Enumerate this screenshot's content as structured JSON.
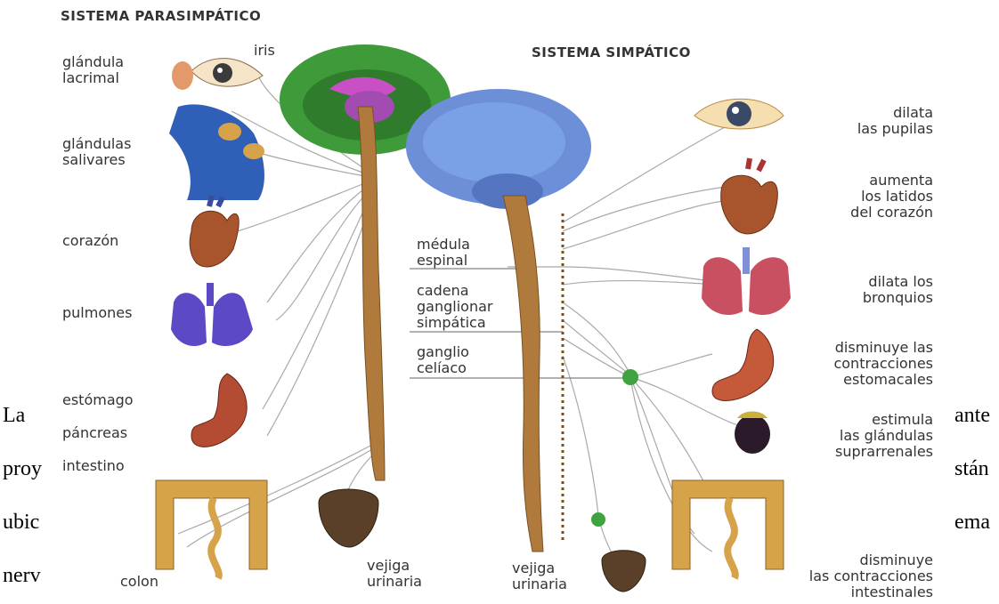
{
  "page_text": {
    "l1_left": "La",
    "l1_right": "ante",
    "l2_left": "proy",
    "l2_right": "stán",
    "l3_left": "ubic",
    "l3_right": "ema",
    "l4_left": "nerv"
  },
  "diagram": {
    "parasympathetic_title": "SISTEMA PARASIMPÁTICO",
    "sympathetic_title": "SISTEMA SIMPÁTICO",
    "left_labels": {
      "iris": "iris",
      "lacrimal_1": "glándula",
      "lacrimal_2": "lacrimal",
      "salivary_1": "glándulas",
      "salivary_2": "salivares",
      "heart": "corazón",
      "lungs": "pulmones",
      "stomach": "estómago",
      "pancreas": "páncreas",
      "intestine": "intestino",
      "colon": "colon",
      "bladder_1": "vejiga",
      "bladder_2": "urinaria"
    },
    "center_labels": {
      "spinal_1": "médula",
      "spinal_2": "espinal",
      "chain_1": "cadena",
      "chain_2": "ganglionar",
      "chain_3": "simpática",
      "celiac_1": "ganglio",
      "celiac_2": "celíaco",
      "bladder_1": "vejiga",
      "bladder_2": "urinaria"
    },
    "right_labels": {
      "pupils_1": "dilata",
      "pupils_2": "las pupilas",
      "heart_1": "aumenta",
      "heart_2": "los latidos",
      "heart_3": "del corazón",
      "bronchi_1": "dilata los",
      "bronchi_2": "bronquios",
      "stomach_1": "disminuye las",
      "stomach_2": "contracciones",
      "stomach_3": "estomacales",
      "adrenal_1": "estimula",
      "adrenal_2": "las glándulas",
      "adrenal_3": "suprarrenales",
      "intestine_1": "disminuye",
      "intestine_2": "las contracciones",
      "intestine_3": "intestinales"
    }
  }
}
